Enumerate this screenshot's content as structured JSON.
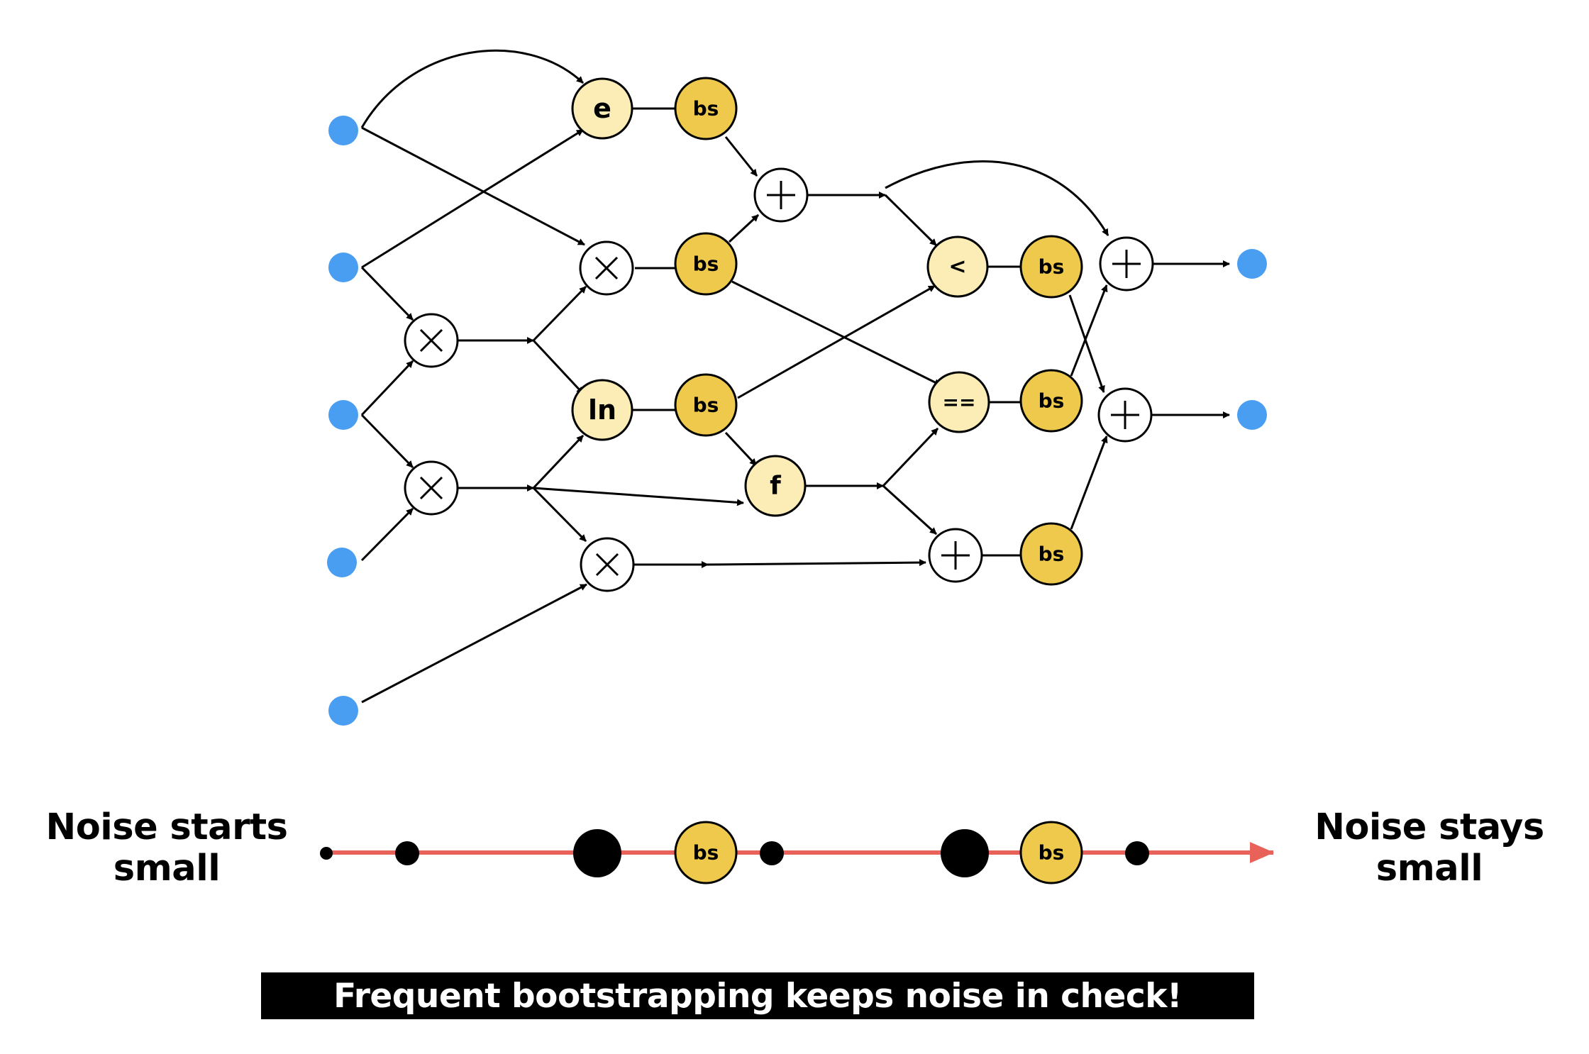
{
  "colors": {
    "input_output": "#4a9ef2",
    "op_node_fill": "#fbedb5",
    "bootstrap_fill": "#efc94c",
    "plain_op_fill": "#ffffff",
    "noise_line": "#e8625a",
    "noise_dot": "#000000",
    "banner_bg": "#000000",
    "banner_text": "#ffffff"
  },
  "circuit": {
    "op_labels": {
      "exp": "e",
      "ln": "ln",
      "less_than": "<",
      "equals": "==",
      "func": "f"
    },
    "bootstrap_label": "bs",
    "plain_op_icons": {
      "multiply": "multiply-icon",
      "add": "plus-icon"
    }
  },
  "noise_timeline": {
    "start_label": "Noise starts small",
    "end_label": "Noise stays small",
    "bootstrap_label": "bs",
    "noise_levels": [
      {
        "kind": "dot",
        "level": "tiny"
      },
      {
        "kind": "dot",
        "level": "small"
      },
      {
        "kind": "dot",
        "level": "large"
      },
      {
        "kind": "bootstrap"
      },
      {
        "kind": "dot",
        "level": "small"
      },
      {
        "kind": "dot",
        "level": "large"
      },
      {
        "kind": "bootstrap"
      },
      {
        "kind": "dot",
        "level": "small"
      }
    ]
  },
  "banner": {
    "text": "Frequent bootstrapping keeps noise in check!"
  }
}
